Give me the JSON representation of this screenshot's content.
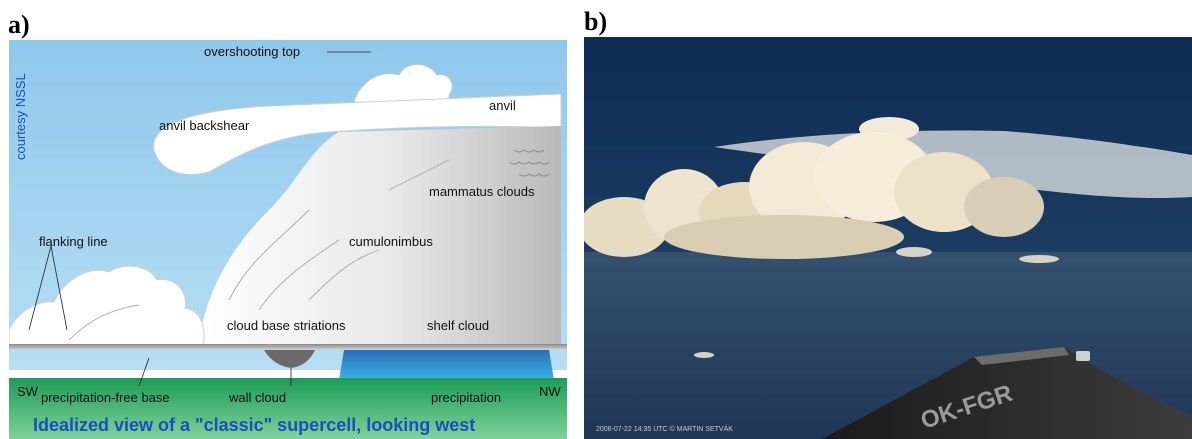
{
  "panel_a": {
    "letter": "a)",
    "credit": "courtesy NSSL",
    "labels": {
      "overshooting_top": "overshooting top",
      "anvil": "anvil",
      "anvil_backshear": "anvil backshear",
      "mammatus_clouds": "mammatus clouds",
      "flanking_line": "flanking line",
      "cumulonimbus": "cumulonimbus",
      "cloud_base_striations": "cloud base striations",
      "shelf_cloud": "shelf cloud",
      "sw": "SW",
      "nw": "NW",
      "precipitation_free_base": "precipitation-free base",
      "wall_cloud": "wall cloud",
      "precipitation": "precipitation"
    },
    "caption": "Idealized view of a \"classic\" supercell, looking west",
    "colors": {
      "sky": "#8ec6ea",
      "ground": "#2faa5a",
      "caption_text": "#1a4fbf",
      "precip": "#1f8fd0"
    }
  },
  "panel_b": {
    "letter": "b)",
    "stamp": "2006-07-22 14:35 UTC  © MARTIN SETVÁK",
    "tail_marking": "OK-FGR",
    "colors": {
      "sky_top": "#0d2b53",
      "sky_low": "#2f4a6a",
      "cloud": "#eee4cf"
    }
  }
}
